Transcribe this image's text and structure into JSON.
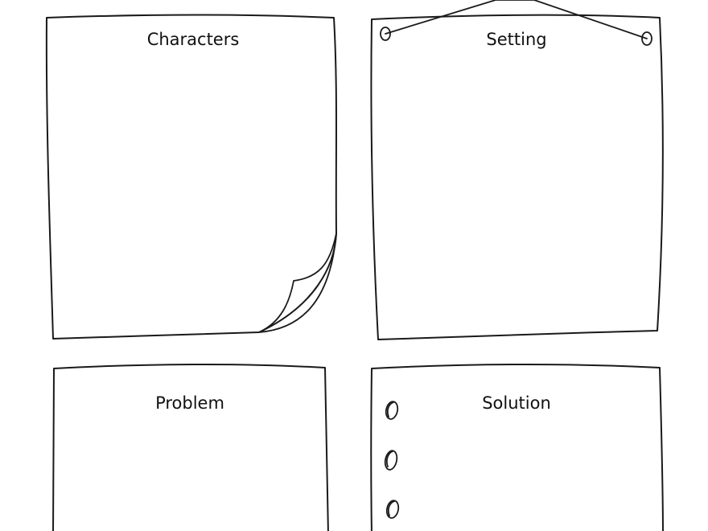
{
  "worksheet": {
    "panels": {
      "characters": {
        "title": "Characters"
      },
      "setting": {
        "title": "Setting"
      },
      "problem": {
        "title": "Problem"
      },
      "solution": {
        "title": "Solution"
      }
    }
  }
}
